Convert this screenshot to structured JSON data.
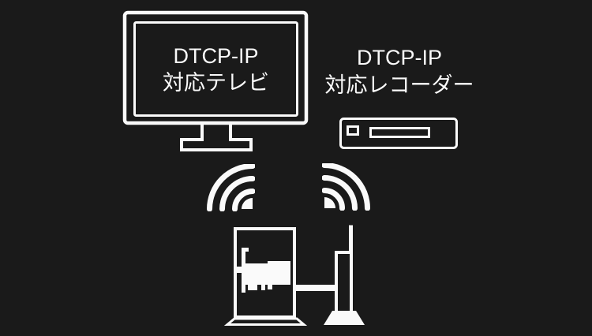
{
  "colors": {
    "background": "#1a1a1a",
    "line": "#fafafa"
  },
  "tv": {
    "label_line1": "DTCP-IP",
    "label_line2": "対応テレビ"
  },
  "recorder": {
    "label_line1": "DTCP-IP",
    "label_line2": "対応レコーダー"
  }
}
